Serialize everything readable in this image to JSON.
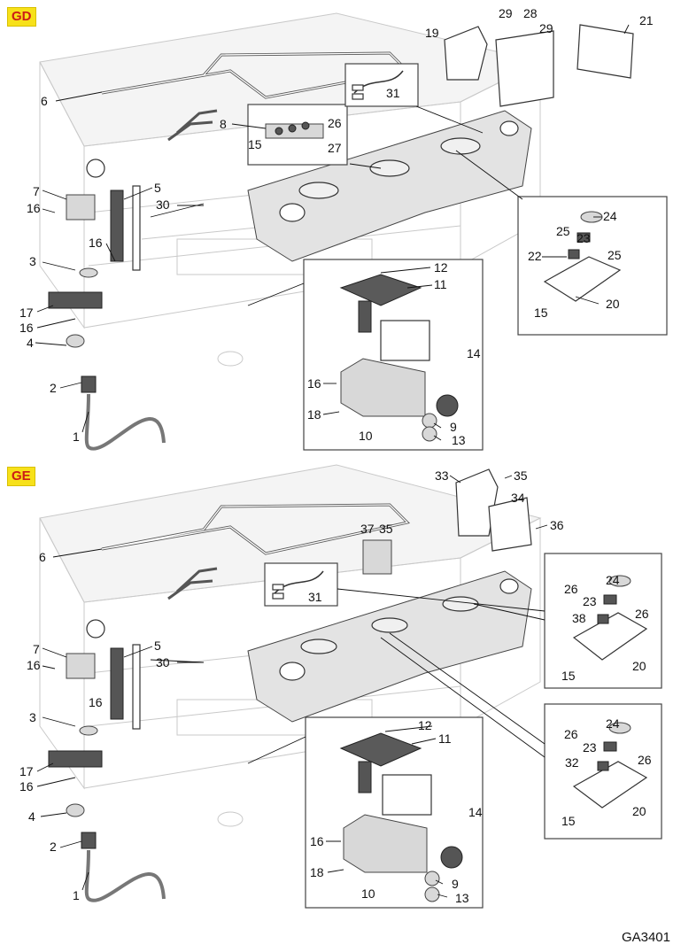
{
  "sections": [
    {
      "tag": "GD",
      "callouts": {
        "c1": "1",
        "c2": "2",
        "c3": "3",
        "c4": "4",
        "c5": "5",
        "c6": "6",
        "c7": "7",
        "c8": "8",
        "c9": "9",
        "c10": "10",
        "c11": "11",
        "c12": "12",
        "c13": "13",
        "c14": "14",
        "c15": "15",
        "c16a": "16",
        "c16b": "16",
        "c16c": "16",
        "c16d": "16",
        "c17": "17",
        "c18": "18",
        "c19": "19",
        "c20": "20",
        "c21": "21",
        "c22": "22",
        "c23": "23",
        "c24": "24",
        "c25a": "25",
        "c25b": "25",
        "c26": "26",
        "c27": "27",
        "c28": "28",
        "c29a": "29",
        "c29b": "29",
        "c30": "30",
        "c31": "31"
      }
    },
    {
      "tag": "GE",
      "callouts": {
        "c1": "1",
        "c2": "2",
        "c3": "3",
        "c4": "4",
        "c5": "5",
        "c6": "6",
        "c7": "7",
        "c9": "9",
        "c10": "10",
        "c11": "11",
        "c12": "12",
        "c13": "13",
        "c14": "14",
        "c15a": "15",
        "c15b": "15",
        "c16a": "16",
        "c16b": "16",
        "c16c": "16",
        "c16d": "16",
        "c17": "17",
        "c18": "18",
        "c20a": "20",
        "c20b": "20",
        "c23a": "23",
        "c23b": "23",
        "c24a": "24",
        "c24b": "24",
        "c26a": "26",
        "c26b": "26",
        "c26c": "26",
        "c26d": "26",
        "c30": "30",
        "c31": "31",
        "c32": "32",
        "c33": "33",
        "c34": "34",
        "c35a": "35",
        "c35b": "35",
        "c36": "36",
        "c37": "37",
        "c38": "38"
      }
    }
  ],
  "doc_code": "GA3401"
}
